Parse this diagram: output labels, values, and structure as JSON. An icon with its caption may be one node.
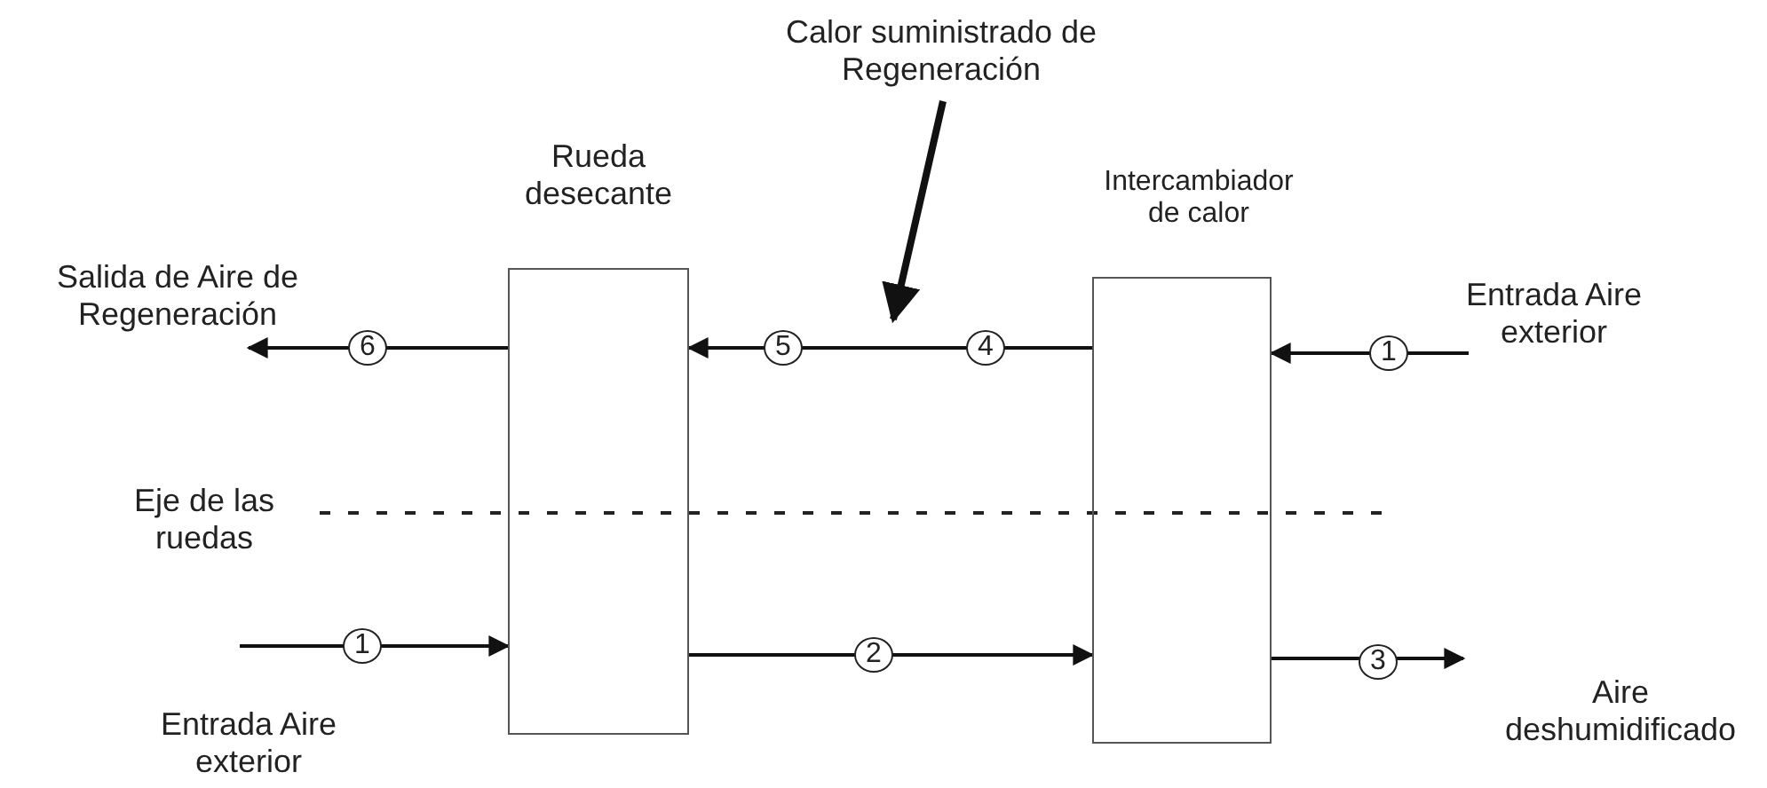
{
  "diagram": {
    "nodes": [
      {
        "text": [
          "Rueda desecante"
        ]
      },
      {
        "text": [
          "Intercambiador de calor"
        ]
      },
      {
        "text": [
          "Calor suministrado de Regeneración"
        ]
      },
      {
        "text": [
          "Salida de Aire de Regeneración"
        ]
      },
      {
        "text": [
          "Entrada Aire exterior"
        ]
      },
      {
        "text": [
          "Entrada Aire exterior"
        ]
      },
      {
        "text": [
          "Aire deshumidificado"
        ]
      }
    ],
    "edges": [
      {
        "from": 0,
        "to": 3,
        "arrow": "to"
      },
      {
        "from": 1,
        "to": 0,
        "arrow": "to"
      },
      {
        "from": 4,
        "to": 1,
        "arrow": "to"
      },
      {
        "from": 5,
        "to": 0,
        "arrow": "to"
      },
      {
        "from": 0,
        "to": 1,
        "arrow": "to"
      },
      {
        "from": 1,
        "to": 6,
        "arrow": "to"
      },
      {
        "from": 2,
        "to": null,
        "arrow": "to",
        "style": "thick"
      }
    ],
    "labels": [
      "6",
      "5",
      "4",
      "1",
      "Eje de las ruedas",
      "1",
      "2",
      "3"
    ]
  }
}
